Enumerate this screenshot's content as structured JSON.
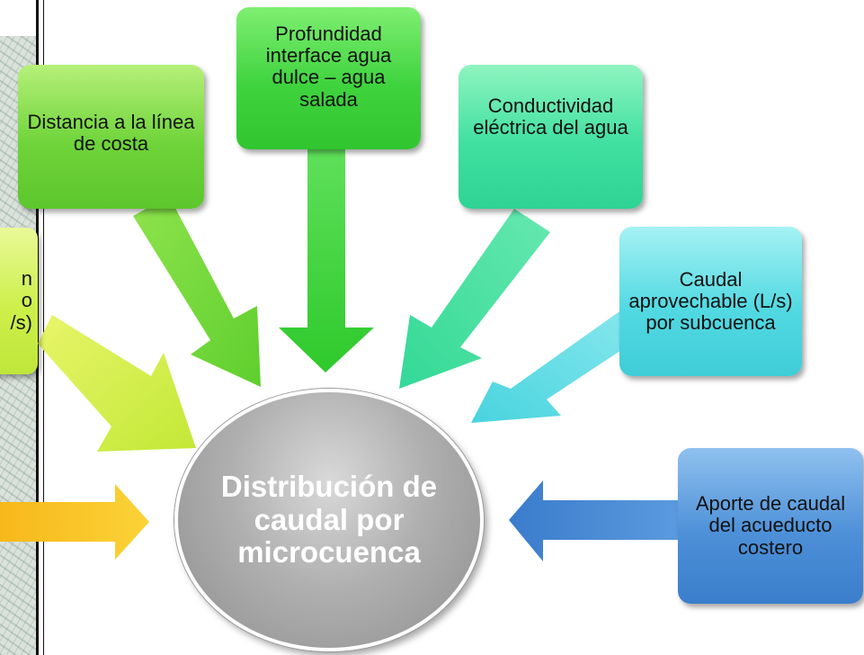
{
  "center": {
    "title": "Distribución de caudal por microcuenca"
  },
  "nodes": {
    "distancia": "Distancia a la línea de costa",
    "profundidad": "Profundidad interface agua dulce – agua salada",
    "conductividad": "Conductividad eléctrica del agua",
    "caudal": "Caudal aprovechable (L/s) por subcuenca",
    "aporte": "Aporte de caudal del acueducto costero",
    "left_partial": [
      "n",
      "o",
      "/s)"
    ]
  },
  "colors": {
    "distancia": "#6fd43a",
    "profundidad": "#3fd33e",
    "conductividad": "#3fe0a0",
    "caudal": "#52d9e2",
    "aporte": "#4d90d8",
    "left_partial": "#cdef4a",
    "left_bottom_arrow": "#f7c21e",
    "center": "#b0b0b0"
  }
}
